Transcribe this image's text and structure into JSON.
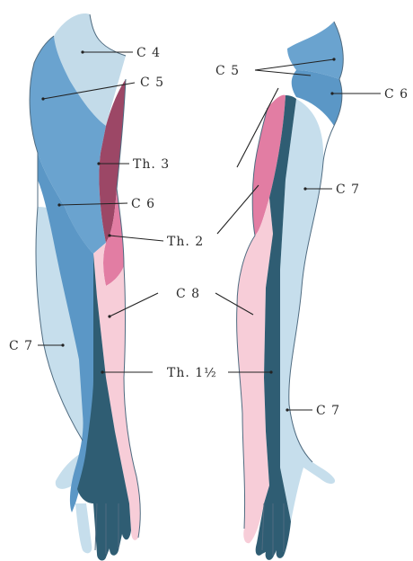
{
  "colors": {
    "c4": "#c3dbe9",
    "c5": "#6aa3cf",
    "c6": "#5b97c6",
    "c7": "#c6deec",
    "c8": "#f7cdd8",
    "th2": "#e27da3",
    "th3": "#9c4766",
    "th1": "#2f5d73"
  },
  "labels": {
    "left_c4": "C 4",
    "left_c5": "C 5",
    "left_th3": "Th. 3",
    "left_c6": "C 6",
    "left_c7": "C 7",
    "center_th2": "Th. 2",
    "center_c8": "C 8",
    "center_th1": "Th. 1½",
    "right_c5": "C 5",
    "right_c6": "C 6",
    "right_c7_upper": "C 7",
    "right_c7_lower": "C 7"
  }
}
